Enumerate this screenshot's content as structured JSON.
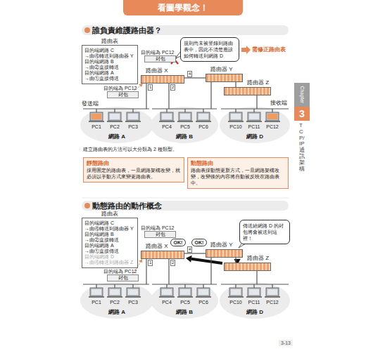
{
  "diagram": {
    "nodes": [
      {
        "text": [
          "看圖學觀念！"
        ]
      },
      {
        "text": [
          "誰負責維護路由器？"
        ]
      },
      {
        "text": [
          "路由表",
          "目的端網路 C",
          "→由④轉送到路由器 Y",
          "目的端網路 B",
          "→由②直接轉送",
          "目的端網路 A",
          "→由①直接傳送"
        ]
      },
      {
        "text": [
          "目的端為 PC12",
          "封包"
        ]
      },
      {
        "text": [
          "規則尚未被登錄到路由表中，因此不清楚應該如何轉送到網路 D"
        ]
      },
      {
        "text": [
          "路由器 X"
        ]
      },
      {
        "text": [
          "路由器 Y"
        ]
      },
      {
        "text": [
          "路由器 Z"
        ]
      },
      {
        "text": [
          "目的端為 PC12",
          "封包"
        ]
      },
      {
        "text": [
          "靜態路由",
          "採用固定的路由表，一旦網路架構改變，就必須以手動方式來變更路由表。"
        ]
      },
      {
        "text": [
          "動態路由",
          "路由表採動態更新方式，一旦網路架構改變，改變後的內容將自動被反映在路由表中。"
        ]
      },
      {
        "text": [
          "動態路由的動作概念"
        ]
      },
      {
        "text": [
          "路由表",
          "目的端網路 C",
          "→由④轉送到路由器 Y",
          "目的端網路 B",
          "→由②直接轉送",
          "目的端網路 A",
          "→由①直接傳送",
          "目的端網路 D",
          "→由④轉送到路由器 Z"
        ]
      },
      {
        "text": [
          "目的端為 PC12",
          "封包"
        ]
      },
      {
        "text": [
          "傳送給網路 D 的封包將會被送到這裡！"
        ]
      },
      {
        "text": [
          "OK!"
        ]
      },
      {
        "text": [
          "OK!"
        ]
      },
      {
        "text": [
          "路由器 X"
        ]
      },
      {
        "text": [
          "路由器 Y"
        ]
      },
      {
        "text": [
          "路由器 Z"
        ]
      },
      {
        "text": [
          "目的端為 PC12",
          "封包"
        ]
      },
      {
        "text": [
          "Chapter",
          "3",
          "TCP/IP 通訊架構"
        ]
      }
    ],
    "edges": [
      {
        "from": 19,
        "to": 17,
        "arrow": "to"
      },
      {
        "from": 19,
        "to": 18,
        "arrow": "to"
      }
    ],
    "labels": [
      "需修正路由表",
      "1",
      "2",
      "4",
      "發送端",
      "接收端",
      "PC1",
      "PC2",
      "PC3",
      "PC4",
      "PC5",
      "PC6",
      "PC10",
      "PC11",
      "PC12",
      "網路 A",
      "網路 B",
      "網路 D",
      "建立路由表的方法可以大分類為 2 種類型。",
      "1",
      "2",
      "4",
      "PC1",
      "PC2",
      "PC3",
      "PC4",
      "PC5",
      "PC6",
      "PC10",
      "PC11",
      "PC12",
      "網路 A",
      "網路 B",
      "網路 D",
      "3-13"
    ]
  }
}
